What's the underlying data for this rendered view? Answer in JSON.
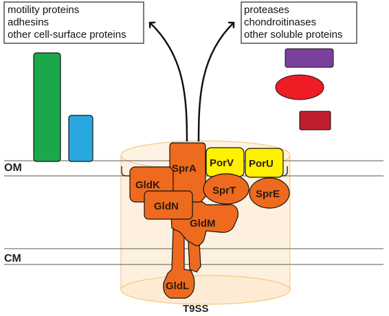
{
  "left_box": {
    "lines": [
      "motility proteins",
      "adhesins",
      "other cell-surface proteins"
    ]
  },
  "right_box": {
    "lines": [
      "proteases",
      "chondroitinases",
      "other soluble proteins"
    ]
  },
  "membranes": {
    "outer": "OM",
    "cytoplasmic": "CM"
  },
  "proteins": {
    "spra": "SprA",
    "porv": "PorV",
    "poru": "PorU",
    "gldk": "GldK",
    "sprt": "SprT",
    "spre": "SprE",
    "gldn": "GldN",
    "gldm": "GldM",
    "gldl": "GldL"
  },
  "system_label": "T9SS",
  "colors": {
    "orange": "#EE6A1E",
    "yellow": "#FFF200",
    "green": "#1AA84B",
    "blue": "#29A8E0",
    "purple": "#7B3F9E",
    "red": "#EE1C24",
    "dark_red": "#BE1E2D",
    "cylinder_fill": "#FDEBD3",
    "cylinder_stroke": "#F8C884"
  }
}
